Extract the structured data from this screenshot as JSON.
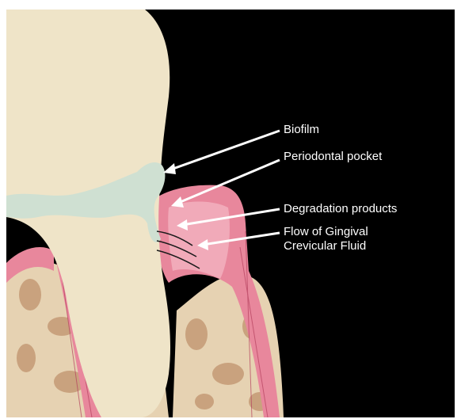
{
  "labels": {
    "biofilm": "Biofilm",
    "periodontal_pocket": "Periodontal pocket",
    "degradation_products": "Degradation products",
    "gcf_line1": "Flow of Gingival",
    "gcf_line2": "Crevicular Fluid"
  },
  "colors": {
    "background": "#000000",
    "tooth": "#efe4c8",
    "biofilm": "#cfe0d2",
    "gingiva": "#e8879c",
    "bone": "#e6d2b2",
    "bone_pores": "#c9a27e",
    "arrow": "#ffffff"
  }
}
